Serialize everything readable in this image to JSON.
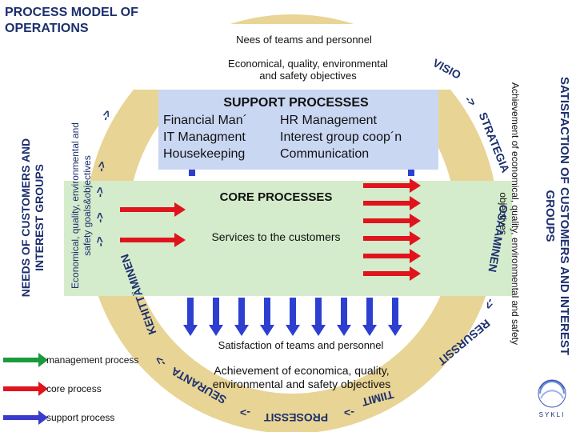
{
  "title_line1": "PROCESS MODEL OF",
  "title_line2": "OPERATIONS",
  "top_personnel": "Nees of teams and personnel",
  "top_objectives_l1": "Economical, quality, environmental",
  "top_objectives_l2": "and safety objectives",
  "support": {
    "title": "SUPPORT PROCESSES",
    "items": [
      "Financial Man´",
      "HR Management",
      "IT Managment",
      "Interest group coop´n",
      "Housekeeping",
      "Communication"
    ]
  },
  "core": {
    "title": "CORE PROCESSES",
    "subtitle": "Services to the customers"
  },
  "bottom_satisfaction": "Satisfaction of teams and personnel",
  "bottom_achievement_l1": "Achievement of economica, quality,",
  "bottom_achievement_l2": "environmental and safety objectives",
  "left_needs_l1": "NEEDS OF CUSTOMERS AND",
  "left_needs_l2": "INTEREST GROUPS",
  "left_goals_l1": "Economical, quality, environmental and",
  "left_goals_l2": "safety goals&objectives",
  "right_satisfaction_l1": "SATISFACTION OF CUSTOMERS AND INTEREST",
  "right_satisfaction_l2": "GROUPS",
  "right_achievement_l1": "Achievement of economical, quality, environmental and safety",
  "right_achievement_l2": "objectives",
  "ring": {
    "visio": "VISIO",
    "strategia": "STRATEGIA",
    "osaaminen": "OSAAMINEN",
    "resurssit": "RESURSSIT",
    "tiimit": "TIIMIT",
    "prosessit": "PROSESSIT",
    "seuranta": "SEURANTA",
    "kehittaminen": "KEHITTÄMINEN",
    "chevron": "->"
  },
  "legend": [
    {
      "label": "management process",
      "color": "#1a9a3c"
    },
    {
      "label": "core process",
      "color": "#e0141c"
    },
    {
      "label": "support process",
      "color": "#3a3acc"
    }
  ],
  "logo_text": "SYKLI",
  "colors": {
    "ring": "#e8d494",
    "core": "#d4eccb",
    "support": "#c9d7f3",
    "arrow_blue": "#2d3fd0",
    "arrow_red": "#e0141c",
    "navy": "#1c2f6e"
  }
}
